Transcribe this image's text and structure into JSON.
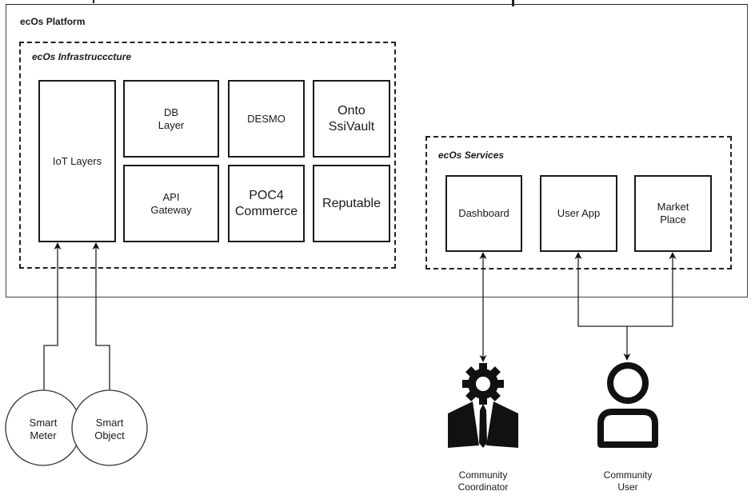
{
  "platform": {
    "title": "ecOs Platform"
  },
  "infrastructure": {
    "title": "ecOs Infrastrucccture",
    "components": [
      {
        "id": "iot",
        "label": "IoT Layers"
      },
      {
        "id": "db",
        "label": "DB\nLayer"
      },
      {
        "id": "desmo",
        "label": "DESMO"
      },
      {
        "id": "onto",
        "label": "Onto\nSsiVault"
      },
      {
        "id": "api",
        "label": "API\nGateway"
      },
      {
        "id": "poc4",
        "label": "POC4\nCommerce"
      },
      {
        "id": "reputable",
        "label": "Reputable"
      }
    ]
  },
  "services": {
    "title": "ecOs Services",
    "components": [
      {
        "id": "dashboard",
        "label": "Dashboard"
      },
      {
        "id": "userapp",
        "label": "User App"
      },
      {
        "id": "marketplace",
        "label": "Market\nPlace"
      }
    ]
  },
  "devices": [
    {
      "id": "smart-meter",
      "label": "Smart\nMeter"
    },
    {
      "id": "smart-object",
      "label": "Smart\nObject"
    }
  ],
  "actors": [
    {
      "id": "community-coordinator",
      "label": "Community\nCoordinator",
      "icon": "gear-businessman-icon"
    },
    {
      "id": "community-user",
      "label": "Community\nUser",
      "icon": "user-icon"
    }
  ],
  "connections": [
    {
      "from": "smart-meter",
      "to": "iot",
      "direction": "to"
    },
    {
      "from": "smart-object",
      "to": "iot",
      "direction": "to"
    },
    {
      "from": "community-coordinator",
      "to": "dashboard",
      "direction": "both"
    },
    {
      "from": "community-user",
      "to": "userapp",
      "direction": "both"
    },
    {
      "from": "community-user",
      "to": "marketplace",
      "direction": "both"
    }
  ]
}
